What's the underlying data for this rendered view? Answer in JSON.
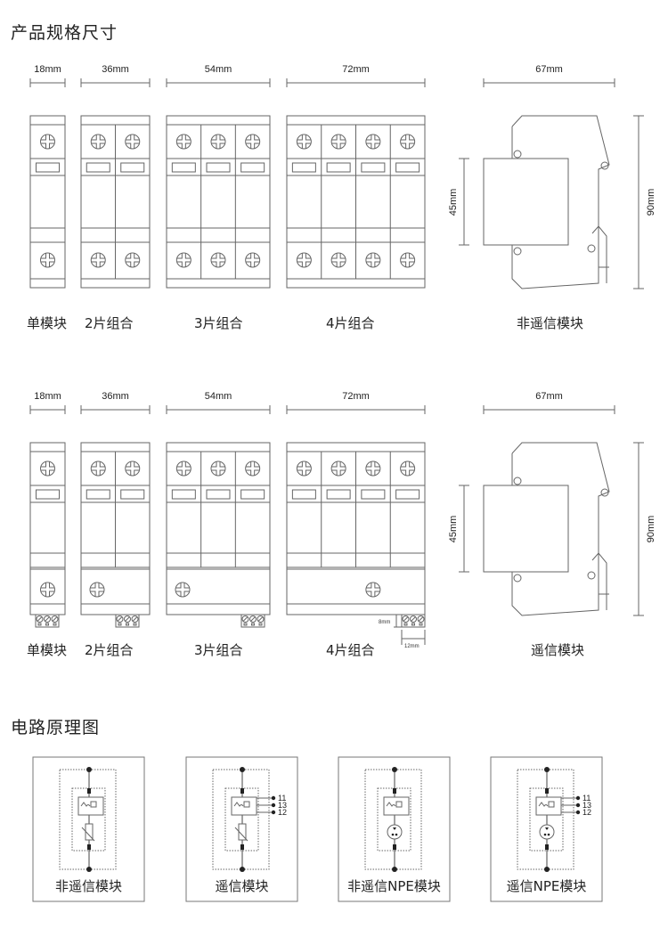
{
  "headings": {
    "dimensions": "产品规格尺寸",
    "circuit": "电路原理图"
  },
  "widths": [
    "18mm",
    "36mm",
    "54mm",
    "72mm"
  ],
  "side": {
    "width": "67mm",
    "body_height": "45mm",
    "total_height": "90mm"
  },
  "row1": {
    "labels": [
      "单模块",
      "2片组合",
      "3片组合",
      "4片组合",
      "非遥信模块"
    ]
  },
  "row2": {
    "labels": [
      "单模块",
      "2片组合",
      "3片组合",
      "4片组合",
      "遥信模块"
    ],
    "terminal_height": "8mm",
    "terminal_width": "12mm"
  },
  "circuits": [
    {
      "label": "非遥信模块",
      "remote": false,
      "npe": false
    },
    {
      "label": "遥信模块",
      "remote": true,
      "npe": false
    },
    {
      "label": "非遥信NPE模块",
      "remote": false,
      "npe": true
    },
    {
      "label": "遥信NPE模块",
      "remote": true,
      "npe": true
    }
  ],
  "pins": [
    "11",
    "13",
    "12"
  ],
  "colors": {
    "line": "#555555"
  }
}
